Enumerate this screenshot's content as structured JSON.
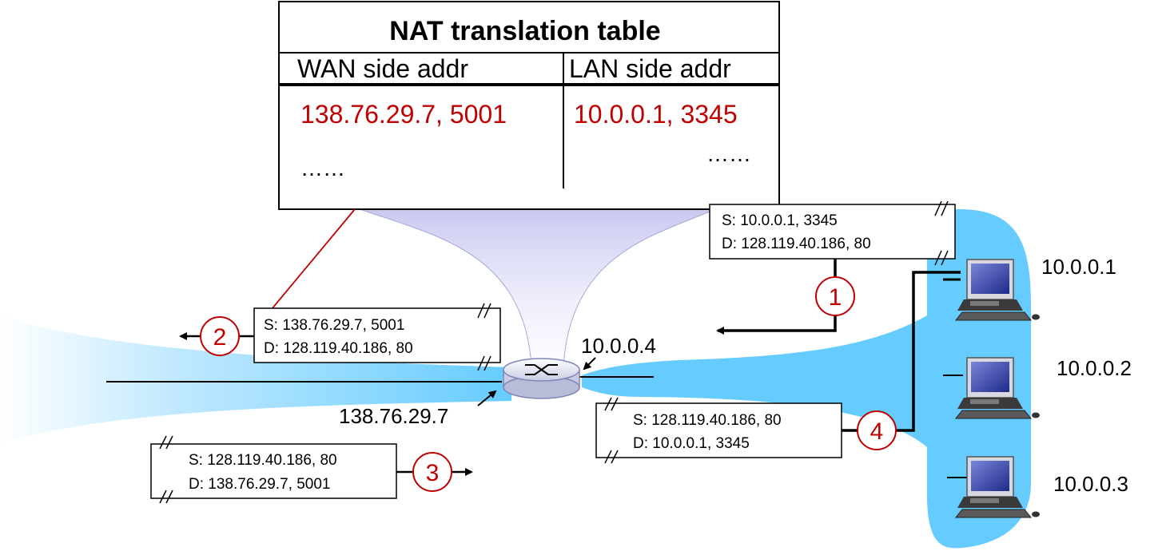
{
  "nat_table": {
    "title": "NAT translation table",
    "col_wan": "WAN side addr",
    "col_lan": "LAN side addr",
    "row1_wan": "138.76.29.7, 5001",
    "row1_lan": "10.0.0.1, 3345",
    "row2_wan": "……",
    "row2_lan": "……"
  },
  "packets": {
    "p1": {
      "src": "S: 10.0.0.1, 3345",
      "dst": "D: 128.119.40.186, 80"
    },
    "p2": {
      "src": "S: 138.76.29.7, 5001",
      "dst": "D: 128.119.40.186, 80"
    },
    "p3": {
      "src": "S: 128.119.40.186, 80",
      "dst": "D: 138.76.29.7, 5001"
    },
    "p4": {
      "src": "S: 128.119.40.186, 80",
      "dst": "D: 10.0.0.1, 3345"
    }
  },
  "steps": [
    "1",
    "2",
    "3",
    "4"
  ],
  "router": {
    "lan_ip": "10.0.0.4",
    "wan_ip": "138.76.29.7"
  },
  "hosts": [
    "10.0.0.1",
    "10.0.0.2",
    "10.0.0.3"
  ],
  "colors": {
    "lan_blue": "#66ccff",
    "step_red": "#c00000",
    "text": "#000000"
  },
  "icons": [
    "router-icon",
    "computer-icon"
  ]
}
